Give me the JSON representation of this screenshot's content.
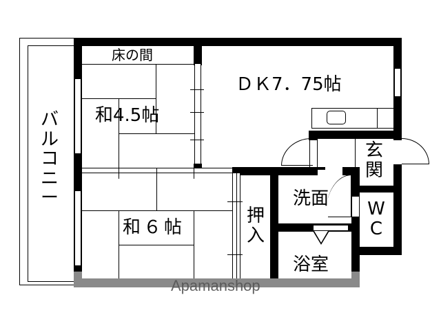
{
  "floorplan": {
    "rooms": {
      "tokonoma": "床の間",
      "washitsu_small": "和4.5帖",
      "dk": "ＤＫ7．75帖",
      "entrance_1": "玄",
      "entrance_2": "関",
      "balcony": [
        "バ",
        "ル",
        "コ",
        "ニ",
        "ー"
      ],
      "washitsu_large": "和６帖",
      "closet_1": "押",
      "closet_2": "入",
      "washroom": "洗面",
      "wc_1": "W",
      "wc_2": "C",
      "bathroom": "浴室"
    },
    "watermark": "Apamanshop"
  },
  "colors": {
    "wall": "#000000",
    "background": "#ffffff",
    "base_bar": "#8a8a8a",
    "watermark": "#555555"
  }
}
